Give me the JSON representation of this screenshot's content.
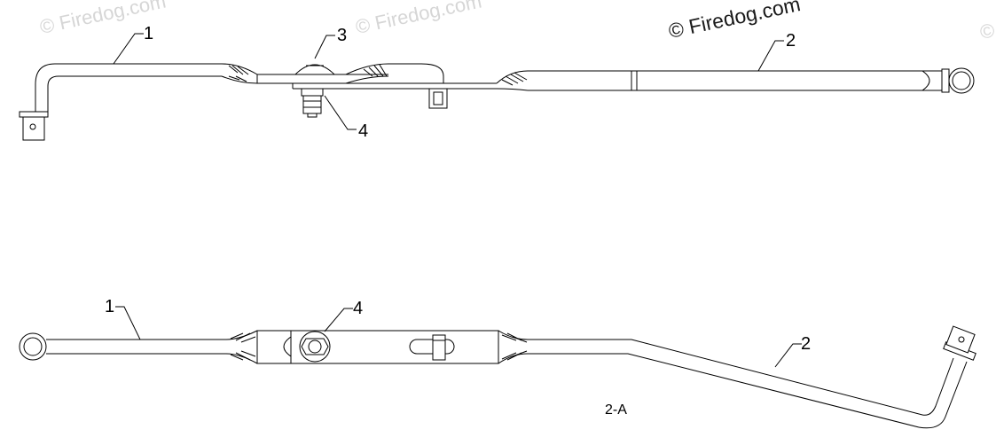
{
  "watermarks": [
    "© Firedog.com",
    "© Firedog.com",
    "© Firedog.com",
    "©"
  ],
  "callouts": {
    "top": {
      "part1": "1",
      "part2": "2",
      "part3": "3",
      "part4": "4"
    },
    "bottom": {
      "part1": "1",
      "part2": "2",
      "part4": "4"
    }
  },
  "caption": "2-A",
  "colors": {
    "line": "#000000",
    "watermark": "#d6d6d6"
  }
}
